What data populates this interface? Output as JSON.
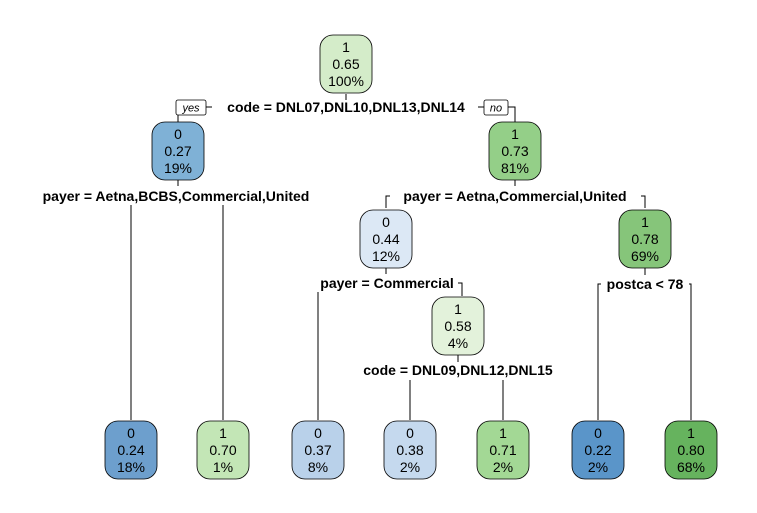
{
  "tree": {
    "nodes": [
      {
        "id": "root",
        "class": "1",
        "prob": "0.65",
        "pct": "100%",
        "fill": "#d4ecc9"
      },
      {
        "id": "n2",
        "class": "0",
        "prob": "0.27",
        "pct": "19%",
        "fill": "#7fb1d6"
      },
      {
        "id": "n3",
        "class": "1",
        "prob": "0.73",
        "pct": "81%",
        "fill": "#94cf88"
      },
      {
        "id": "n6",
        "class": "0",
        "prob": "0.44",
        "pct": "12%",
        "fill": "#dce8f5"
      },
      {
        "id": "n7",
        "class": "1",
        "prob": "0.78",
        "pct": "69%",
        "fill": "#86c57a"
      },
      {
        "id": "n13",
        "class": "1",
        "prob": "0.58",
        "pct": "4%",
        "fill": "#e3f2db"
      },
      {
        "id": "leaf4",
        "class": "0",
        "prob": "0.24",
        "pct": "18%",
        "fill": "#6d9fcd"
      },
      {
        "id": "leaf5",
        "class": "1",
        "prob": "0.70",
        "pct": "1%",
        "fill": "#c3e6b6"
      },
      {
        "id": "leaf12",
        "class": "0",
        "prob": "0.37",
        "pct": "8%",
        "fill": "#b9d1ea"
      },
      {
        "id": "leaf26",
        "class": "0",
        "prob": "0.38",
        "pct": "2%",
        "fill": "#c5d9ee"
      },
      {
        "id": "leaf27",
        "class": "1",
        "prob": "0.71",
        "pct": "2%",
        "fill": "#a3d895"
      },
      {
        "id": "leaf14",
        "class": "0",
        "prob": "0.22",
        "pct": "2%",
        "fill": "#5a95c9"
      },
      {
        "id": "leaf15",
        "class": "1",
        "prob": "0.80",
        "pct": "68%",
        "fill": "#66b35e"
      }
    ],
    "splits": {
      "root": "code = DNL07,DNL10,DNL13,DNL14",
      "n2": "payer = Aetna,BCBS,Commercial,United",
      "n3": "payer = Aetna,Commercial,United",
      "n6": "payer = Commercial",
      "n7": "postca < 78",
      "n13": "code = DNL09,DNL12,DNL15"
    },
    "yes_label": "yes",
    "no_label": "no"
  }
}
